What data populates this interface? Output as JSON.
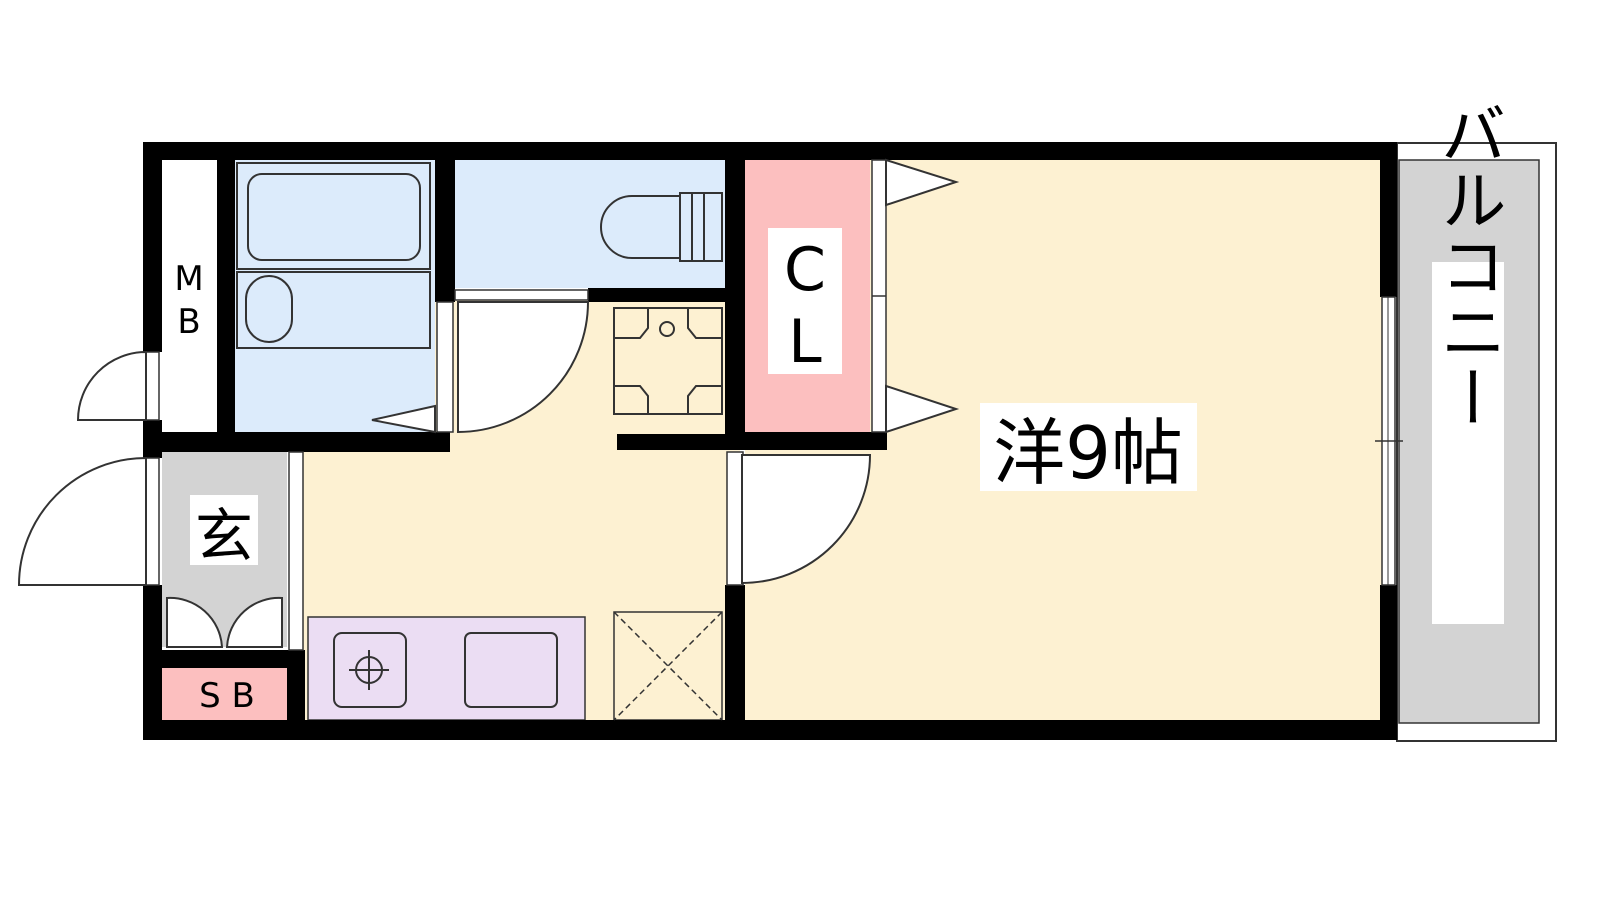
{
  "floorplan": {
    "rooms": {
      "western_room": {
        "label": "洋9帖",
        "tatami_count": 9
      },
      "closet": {
        "label_line1": "C",
        "label_line2": "L"
      },
      "meter_box": {
        "label_line1": "M",
        "label_line2": "B"
      },
      "entrance": {
        "label": "玄"
      },
      "shoe_box": {
        "label": "S B"
      },
      "balcony": {
        "label": "バルコニー"
      }
    },
    "colors": {
      "wall": "#000000",
      "room_floor": "#FDF1D2",
      "wet_area": "#DCEBFB",
      "closet": "#FCBFBF",
      "kitchen_counter": "#EBDDF3",
      "entrance_floor": "#D3D3D3",
      "balcony": "#D3D3D3"
    }
  }
}
